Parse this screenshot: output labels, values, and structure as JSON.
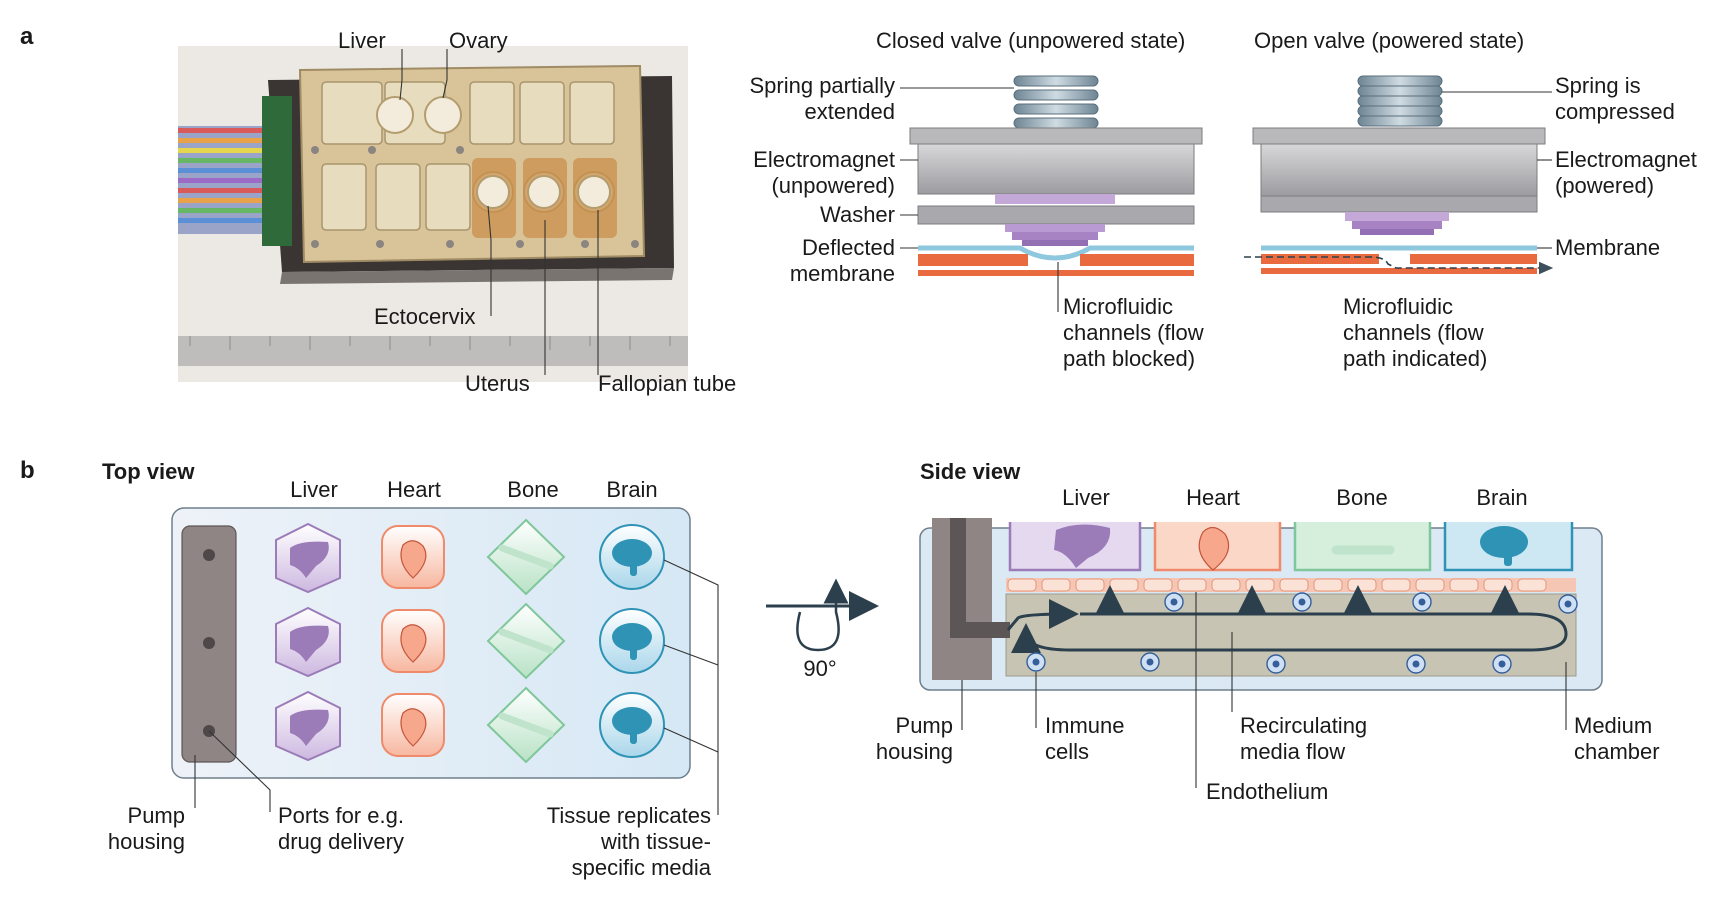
{
  "panel_a": {
    "letter": "a",
    "photo": {
      "liver": "Liver",
      "ovary": "Ovary",
      "ectocervix": "Ectocervix",
      "uterus": "Uterus",
      "fallopian_tube": "Fallopian tube"
    },
    "closed_valve": {
      "title": "Closed valve (unpowered state)",
      "spring": [
        "Spring partially",
        "extended"
      ],
      "electromagnet": [
        "Electromagnet",
        "(unpowered)"
      ],
      "washer": "Washer",
      "membrane": [
        "Deflected",
        "membrane"
      ],
      "channels": [
        "Microfluidic",
        "channels (flow",
        "path blocked)"
      ]
    },
    "open_valve": {
      "title": "Open valve (powered state)",
      "spring": [
        "Spring is",
        "compressed"
      ],
      "electromagnet": [
        "Electromagnet",
        "(powered)"
      ],
      "membrane": "Membrane",
      "channels": [
        "Microfluidic",
        "channels (flow",
        "path indicated)"
      ]
    }
  },
  "panel_b": {
    "letter": "b",
    "top_view": {
      "title": "Top view",
      "columns": [
        "Liver",
        "Heart",
        "Bone",
        "Brain"
      ],
      "pump": [
        "Pump",
        "housing"
      ],
      "ports": [
        "Ports for e.g.",
        "drug delivery"
      ],
      "tissue": [
        "Tissue replicates",
        "with tissue-",
        "specific media"
      ]
    },
    "rotation": "90°",
    "side_view": {
      "title": "Side view",
      "columns": [
        "Liver",
        "Heart",
        "Bone",
        "Brain"
      ],
      "pump": [
        "Pump",
        "housing"
      ],
      "immune": [
        "Immune",
        "cells"
      ],
      "recirc": [
        "Recirculating",
        "media flow"
      ],
      "endothelium": "Endothelium",
      "medium": [
        "Medium",
        "chamber"
      ]
    }
  },
  "colors": {
    "liver": "#9b7bb8",
    "heart": "#ef8a6a",
    "bone": "#7fc79a",
    "brain": "#2f93b6",
    "chamber": "#dbe9f5",
    "channel": "#e8693f"
  }
}
